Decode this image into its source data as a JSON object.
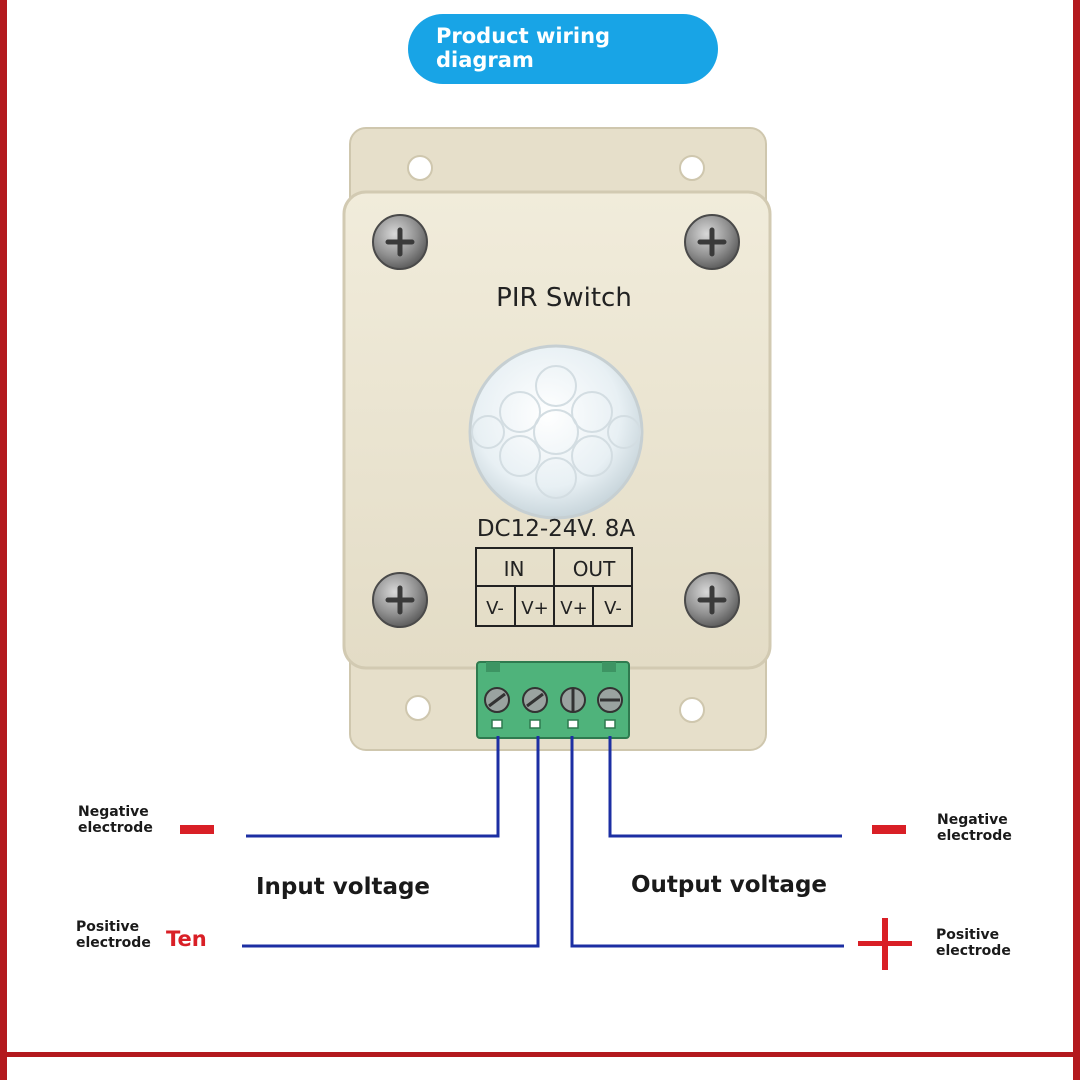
{
  "title": {
    "line1": "Product wiring",
    "line2": "diagram"
  },
  "device": {
    "name": "PIR Switch",
    "rating": "DC12-24V. 8A",
    "in_label": "IN",
    "out_label": "OUT",
    "terminals": [
      "V-",
      "V+",
      "V+",
      "V-"
    ]
  },
  "labels": {
    "left_negative": {
      "line1": "Negative",
      "line2": "electrode"
    },
    "left_positive": {
      "line1": "Positive",
      "line2": "electrode"
    },
    "left_positive_symbol": "Ten",
    "right_negative": {
      "line1": "Negative",
      "line2": "electrode"
    },
    "right_positive": {
      "line1": "Positive",
      "line2": "electrode"
    },
    "input_voltage": "Input voltage",
    "output_voltage": "Output voltage"
  },
  "colors": {
    "frame": "#b3191e",
    "title_pill": "#18a4e6",
    "wire": "#1c2fa3",
    "polarity": "#d91f26",
    "housing": "#ece6d2",
    "terminal_block": "#4fb37b"
  }
}
